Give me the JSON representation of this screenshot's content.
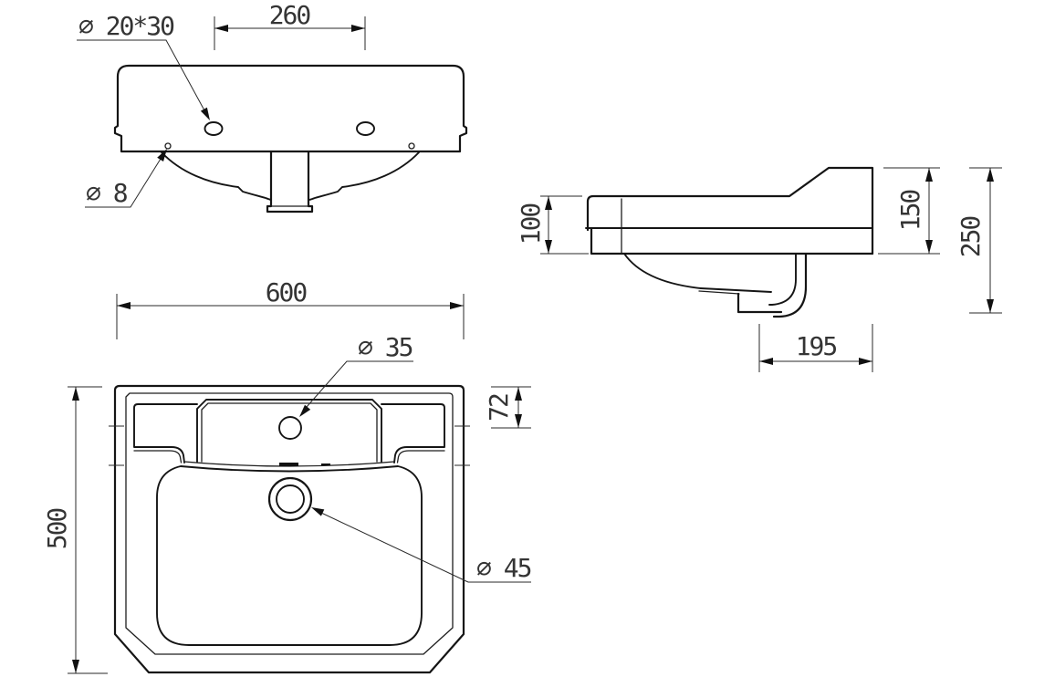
{
  "drawing": {
    "type": "washbasin technical drawing, three orthographic views",
    "front_view": {
      "tap_hole_spacing": "260",
      "tap_hole_label": "∅ 20*30",
      "fixing_hole_label": "∅ 8"
    },
    "side_view": {
      "rim_depth": "100",
      "back_height": "150",
      "total_height": "250",
      "outlet_setback": "195"
    },
    "plan_view": {
      "overall_width": "600",
      "overall_depth": "500",
      "deck_depth": "72",
      "tap_hole_label": "∅ 35",
      "waste_hole_label": "∅ 45"
    },
    "colors": {
      "line": "#151515",
      "text": "#343434",
      "background": "#ffffff"
    }
  }
}
